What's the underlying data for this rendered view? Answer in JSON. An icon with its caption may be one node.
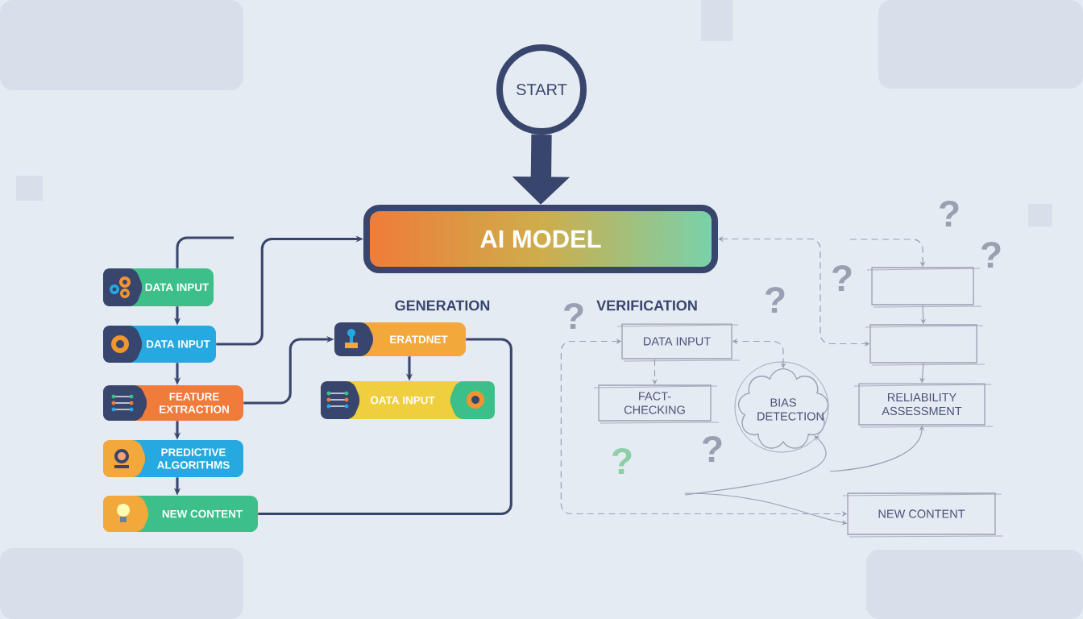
{
  "diagram": {
    "nodes": [
      {
        "text": [
          "START"
        ]
      },
      {
        "text": [
          "AI MODEL"
        ]
      },
      {
        "text": [
          "DATA INPUT"
        ]
      },
      {
        "text": [
          "DATA INPUT"
        ]
      },
      {
        "text": [
          "FEATURE EXTRACTION"
        ]
      },
      {
        "text": [
          "PREDICTIVE ALGORITHMS"
        ]
      },
      {
        "text": [
          "NEW CONTENT"
        ]
      },
      {
        "text": [
          "ERATDNET"
        ]
      },
      {
        "text": [
          "OATA INPUT"
        ]
      },
      {
        "text": [
          "DATA INPUT"
        ]
      },
      {
        "text": [
          "FACT-CHECKING"
        ]
      },
      {
        "text": [
          "BIAS DETECTION"
        ]
      },
      {
        "text": [],
        "shape": "box"
      },
      {
        "text": [],
        "shape": "box"
      },
      {
        "text": [
          "RELIABILITY ASSESSMENT"
        ]
      },
      {
        "text": [
          "NEW CONTENT"
        ]
      }
    ],
    "edges": [
      {
        "from": 0,
        "to": 1,
        "arrow": "to",
        "style": "thick"
      },
      {
        "from": null,
        "to": 2,
        "arrow": "none"
      },
      {
        "from": 2,
        "to": 3,
        "arrow": "to"
      },
      {
        "from": 3,
        "to": 4,
        "arrow": "to"
      },
      {
        "from": 4,
        "to": 5,
        "arrow": "to"
      },
      {
        "from": 5,
        "to": 6,
        "arrow": "to"
      },
      {
        "from": 3,
        "to": 1,
        "arrow": "to"
      },
      {
        "from": 4,
        "to": 7,
        "arrow": "to"
      },
      {
        "from": 7,
        "to": 8,
        "arrow": "to"
      },
      {
        "from": 7,
        "to": 6,
        "arrow": "none"
      },
      {
        "from": 1,
        "to": 13,
        "arrow": "both",
        "style": "dashed",
        "color": "#9aa0b2"
      },
      {
        "from": null,
        "to": 12,
        "arrow": "to",
        "style": "dashed",
        "color": "#9aa0b2"
      },
      {
        "from": 12,
        "to": 13,
        "arrow": "to",
        "color": "#9aa0b2"
      },
      {
        "from": 13,
        "to": 14,
        "arrow": "to",
        "color": "#9aa0b2"
      },
      {
        "from": 9,
        "to": 10,
        "arrow": "to",
        "style": "dashed",
        "color": "#9aa0b2"
      },
      {
        "from": 11,
        "to": 9,
        "arrow": "both",
        "style": "dashed",
        "color": "#9aa0b2"
      },
      {
        "from": 9,
        "to": 15,
        "arrow": "both",
        "style": "dashed",
        "color": "#9aa0b2"
      },
      {
        "from": null,
        "to": 11,
        "arrow": "to",
        "color": "#9aa0b2"
      },
      {
        "from": null,
        "to": 14,
        "arrow": "to",
        "color": "#9aa0b2"
      },
      {
        "from": null,
        "to": 15,
        "arrow": "to",
        "color": "#9aa0b2"
      }
    ],
    "labels": [
      "?",
      "?",
      "?",
      "?",
      "GENERATION",
      "VERIFICATION",
      "?",
      "?",
      "?"
    ]
  }
}
